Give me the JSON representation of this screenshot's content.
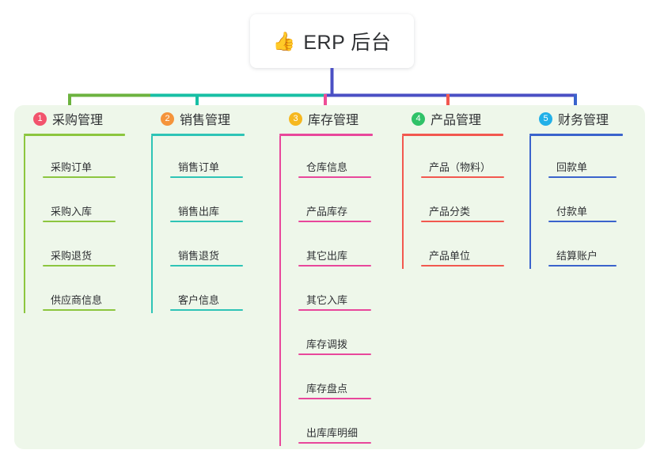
{
  "root": {
    "icon": "thumbs-up-icon",
    "icon_glyph": "👍",
    "title": "ERP 后台"
  },
  "palette": {
    "panel_background": "#eef7ea",
    "page_background": "#ffffff",
    "stem_blue": "#4a4fc4",
    "text": "#2f3134"
  },
  "connector": {
    "segments": [
      {
        "name": "green-segment",
        "color": "#6cb33f"
      },
      {
        "name": "teal-segment",
        "color": "#17bfa4"
      },
      {
        "name": "blue-segment",
        "color": "#4a4fc4"
      }
    ]
  },
  "columns": [
    {
      "index": "1",
      "badge_color": "#f2546d",
      "line_color": "#8cc63f",
      "drop_color": "#6cb33f",
      "title": "采购管理",
      "items": [
        "采购订单",
        "采购入库",
        "采购退货",
        "供应商信息"
      ]
    },
    {
      "index": "2",
      "badge_color": "#f5943b",
      "line_color": "#2ec4b6",
      "drop_color": "#17bfa4",
      "title": "销售管理",
      "items": [
        "销售订单",
        "销售出库",
        "销售退货",
        "客户信息"
      ]
    },
    {
      "index": "3",
      "badge_color": "#f6b81f",
      "line_color": "#e8479b",
      "drop_color": "#ee4d96",
      "title": "库存管理",
      "items": [
        "仓库信息",
        "产品库存",
        "其它出库",
        "其它入库",
        "库存调拨",
        "库存盘点",
        "出库库明细"
      ]
    },
    {
      "index": "4",
      "badge_color": "#2fc268",
      "line_color": "#f2584f",
      "drop_color": "#f2584f",
      "title": "产品管理",
      "items": [
        "产品（物料）",
        "产品分类",
        "产品单位"
      ]
    },
    {
      "index": "5",
      "badge_color": "#22b0e8",
      "line_color": "#3a63cc",
      "drop_color": "#3a63cc",
      "title": "财务管理",
      "items": [
        "回款单",
        "付款单",
        "结算账户"
      ]
    }
  ]
}
